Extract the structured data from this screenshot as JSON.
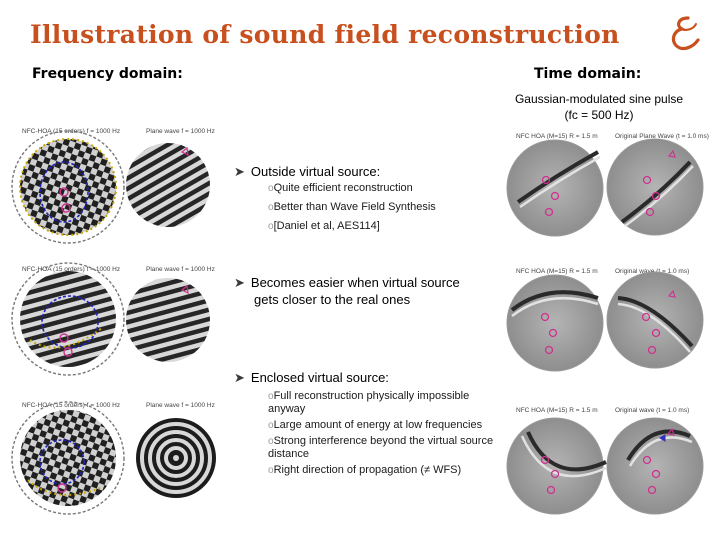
{
  "title": "Illustration of sound field reconstruction",
  "frequency_heading": "Frequency domain:",
  "time_heading": "Time domain:",
  "time_subtitle": [
    "Gaussian-modulated sine pulse",
    "(fc = 500 Hz)"
  ],
  "panels": [
    {
      "freq_left_label": "NFC-HOA (15 orders) f = 1000 Hz",
      "freq_right_label": "Plane wave f = 1000 Hz",
      "time_left_label": "NFC HOA (M=15) R = 1.5 m",
      "time_right_label": "Original Plane Wave (t = 1.0 ms)"
    },
    {
      "freq_left_label": "NFC-HOA (15 orders) f = 1000 Hz",
      "freq_right_label": "Plane wave f = 1000 Hz",
      "time_left_label": "NFC HOA (M=15) R = 1.5 m",
      "time_right_label": "Original wave (t = 1.0 ms)"
    },
    {
      "freq_left_label": "NFC-HOA (15 orders) f = 1000 Hz",
      "freq_right_label": "Plane wave f = 1000 Hz",
      "time_left_label": "NFC HOA (M=15) R = 1.5 m",
      "time_right_label": "Original wave (t = 1.0 ms)"
    }
  ],
  "bullets": [
    {
      "text": "Outside virtual source:",
      "subs": [
        "Quite efficient reconstruction",
        "Better than Wave Field Synthesis",
        "[Daniel et al, AES114]"
      ]
    },
    {
      "text": [
        "Becomes easier when virtual source",
        "gets closer to the real ones"
      ],
      "subs": []
    },
    {
      "text": "Enclosed virtual source:",
      "subs": [
        "Full reconstruction physically impossible anyway",
        "Large amount of energy at low frequencies",
        "Strong interference beyond the virtual source distance",
        "Right direction of propagation (≠ WFS)"
      ]
    }
  ],
  "colors": {
    "title": "#c8501e",
    "logo": "#c8501e",
    "marker": "#d0308f",
    "speaker": "#c9a600",
    "boundary": "#2020c0"
  }
}
